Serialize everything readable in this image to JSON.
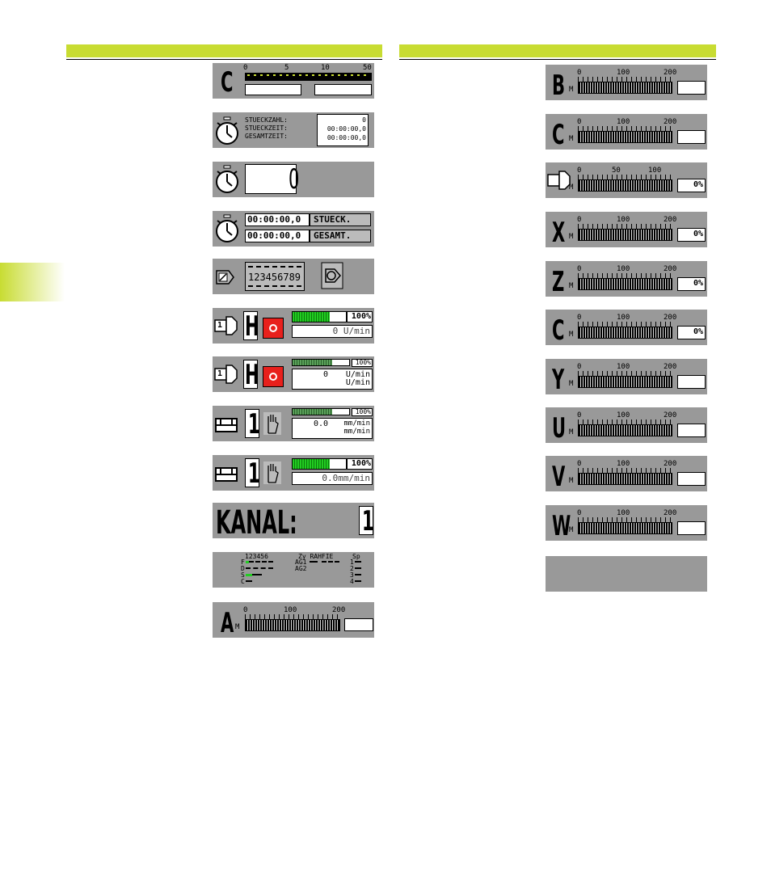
{
  "colors": {
    "accent": "#c8dc32",
    "panel": "#999999",
    "red": "#e8201c",
    "green": "#22cc22"
  },
  "left": {
    "c_scale": {
      "letter": "C",
      "ticks": [
        "0",
        "5",
        "10",
        "50"
      ]
    },
    "piece_counter": {
      "icon": "stopwatch-icon",
      "labels": [
        "STUECKZAHL:",
        "STUECKZEIT:",
        "GESAMTZEIT:"
      ],
      "values": [
        "0",
        "00:00:00,0",
        "00:00:00,0"
      ]
    },
    "counter_big": {
      "icon": "stopwatch-icon",
      "value": "0"
    },
    "times": {
      "icon": "stopwatch-icon",
      "rows": [
        {
          "time": "00:00:00,0",
          "label": "STUECK."
        },
        {
          "time": "00:00:00,0",
          "label": "GESAMT."
        }
      ]
    },
    "tool": {
      "digits": "123456789",
      "icons": [
        "tool-edit-icon",
        "turret-icon"
      ]
    },
    "spindle_a": {
      "num": "1",
      "letter": "H",
      "percent": "100%",
      "fill": 0.7,
      "speed": "0 U/min"
    },
    "spindle_b": {
      "num": "1",
      "letter": "H",
      "percent": "100%",
      "fill": 0.7,
      "speed_val": "0",
      "unit1": "U/min",
      "unit2": "U/min"
    },
    "feed_a": {
      "num": "1",
      "percent": "100%",
      "fill": 0.7,
      "val": "0.0",
      "unit1": "mm/min",
      "unit2": "mm/min"
    },
    "feed_b": {
      "num": "1",
      "percent": "100%",
      "fill": 0.7,
      "val": "0.0mm/min"
    },
    "kanal": {
      "label": "KANAL:",
      "value": "1"
    },
    "status": {
      "header1": "123456",
      "header2": "Zy RAHFIE",
      "header3": "Sp",
      "rows": [
        "F",
        "D",
        "S",
        "C"
      ],
      "ag": [
        "AG1",
        "AG2"
      ],
      "nums": [
        "1",
        "2",
        "3",
        "4"
      ]
    },
    "a_axis": {
      "letter": "A",
      "sub": "M",
      "ticks": [
        "0",
        "100",
        "200"
      ]
    }
  },
  "right": {
    "axes": [
      {
        "letter": "B",
        "sub": "M",
        "ticks": [
          "0",
          "100",
          "200"
        ],
        "value": ""
      },
      {
        "letter": "C",
        "sub": "M",
        "ticks": [
          "0",
          "100",
          "200"
        ],
        "value": ""
      },
      {
        "letter": "",
        "sub": "M",
        "ticks": [
          "0",
          "50",
          "100"
        ],
        "value": "0%",
        "icon": "spindle-icon"
      },
      {
        "letter": "X",
        "sub": "M",
        "ticks": [
          "0",
          "100",
          "200"
        ],
        "value": "0%"
      },
      {
        "letter": "Z",
        "sub": "M",
        "ticks": [
          "0",
          "100",
          "200"
        ],
        "value": "0%"
      },
      {
        "letter": "C",
        "sub": "M",
        "ticks": [
          "0",
          "100",
          "200"
        ],
        "value": "0%"
      },
      {
        "letter": "Y",
        "sub": "M",
        "ticks": [
          "0",
          "100",
          "200"
        ],
        "value": ""
      },
      {
        "letter": "U",
        "sub": "M",
        "ticks": [
          "0",
          "100",
          "200"
        ],
        "value": ""
      },
      {
        "letter": "V",
        "sub": "M",
        "ticks": [
          "0",
          "100",
          "200"
        ],
        "value": ""
      },
      {
        "letter": "W",
        "sub": "M",
        "ticks": [
          "0",
          "100",
          "200"
        ],
        "value": ""
      }
    ]
  }
}
